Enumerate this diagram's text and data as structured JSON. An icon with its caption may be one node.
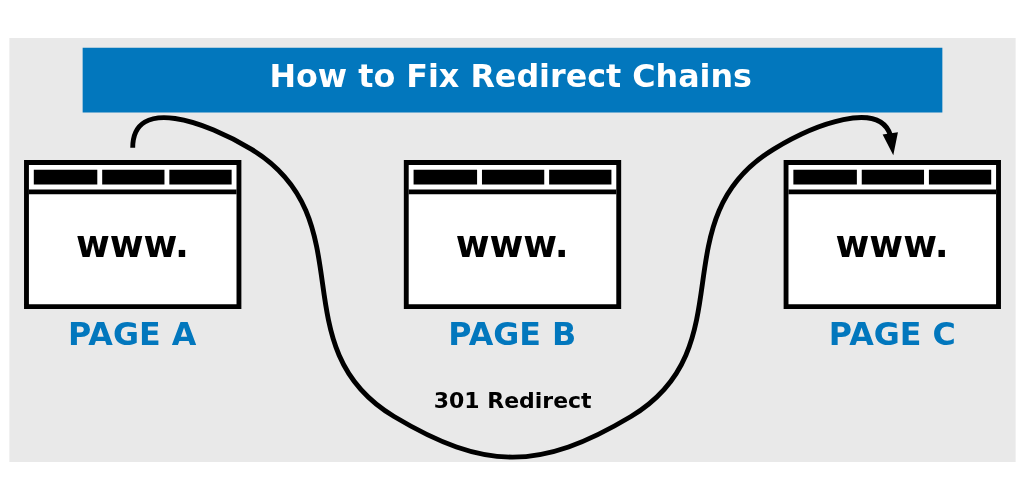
{
  "diagram": {
    "title": "How to Fix Redirect Chains",
    "nodes": [
      {
        "text": [
          "www."
        ],
        "beside": [
          "PAGE A"
        ]
      },
      {
        "text": [
          "www."
        ],
        "beside": [
          "PAGE B"
        ]
      },
      {
        "text": [
          "www."
        ],
        "beside": [
          "PAGE C"
        ]
      }
    ],
    "edges": [
      {
        "from": 0,
        "to": 2,
        "arrow": "to",
        "label": "301 Redirect"
      }
    ]
  }
}
